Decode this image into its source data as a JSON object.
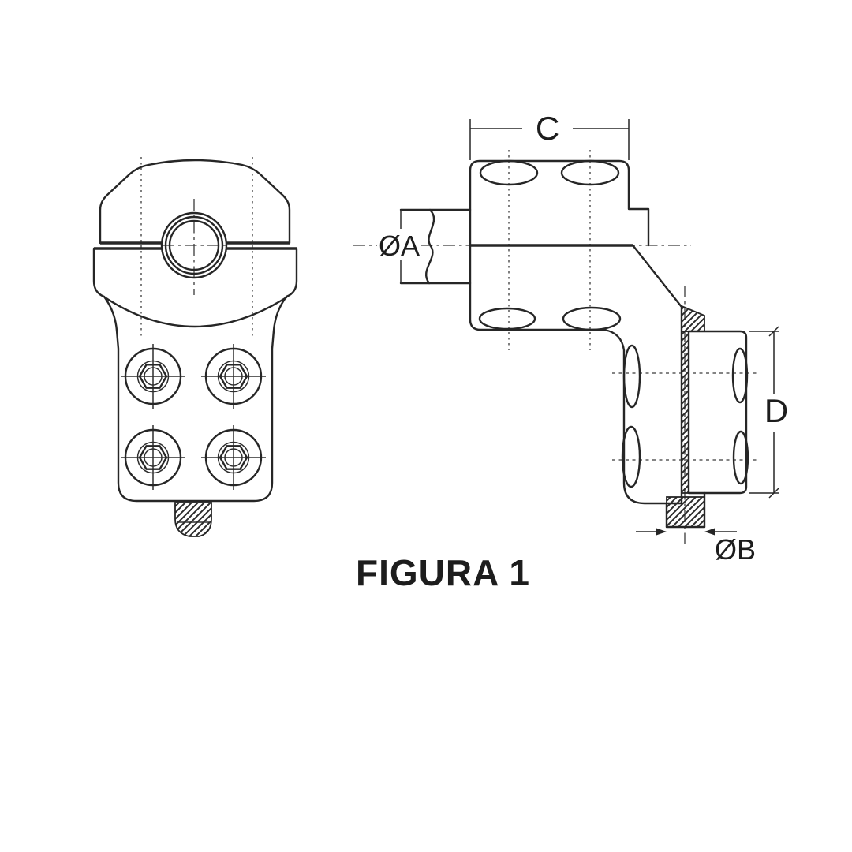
{
  "figure_caption": "FIGURA 1",
  "dimension_labels": {
    "top_width": "C",
    "conductor_diameter": "ØA",
    "right_height": "D",
    "stud_diameter": "ØB"
  },
  "colors": {
    "line": "#262626",
    "background": "#ffffff"
  }
}
